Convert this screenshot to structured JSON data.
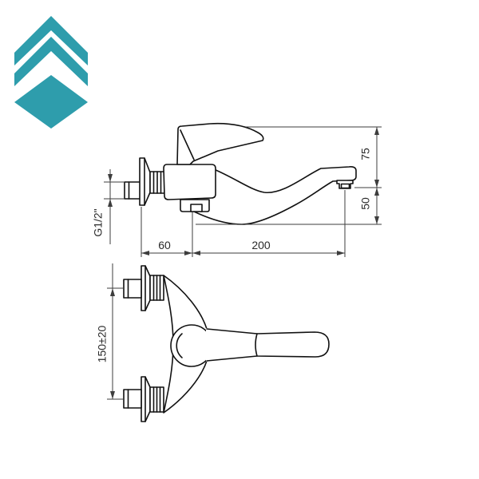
{
  "meta": {
    "background_color": "#ffffff",
    "drawing_type": "wall-mounted single-lever sink mixer installation drawing"
  },
  "logo": {
    "color": "#2E9DAC"
  },
  "drawing": {
    "object_line_color": "#111111",
    "dimension_line_color": "#3d3d3d",
    "text_color": "#2b2b2b",
    "side_view": {
      "dim_height_above_spout": "75",
      "dim_height_below_spout": "50",
      "dim_wall_to_center": "60",
      "dim_spout_reach": "200",
      "thread_label": "G1/2\""
    },
    "plan_view": {
      "dim_connection_spacing": "150±20"
    }
  }
}
